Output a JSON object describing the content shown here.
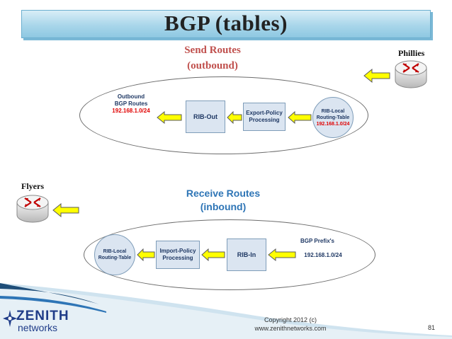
{
  "title": "BGP (tables)",
  "send": {
    "title_line1": "Send Routes",
    "title_line2": "(outbound)",
    "router_label": "Phillies",
    "outbound_label_line1": "Outbound",
    "outbound_label_line2": "BGP Routes",
    "outbound_ip": "192.168.1.0/24",
    "rib_out": "RIB-Out",
    "export_line1": "Export-Policy",
    "export_line2": "Processing",
    "rib_local_line1": "RIB-Local",
    "rib_local_line2": "Routing-Table",
    "rib_local_ip": "192.168.1.0/24"
  },
  "receive": {
    "title_line1": "Receive Routes",
    "title_line2": "(inbound)",
    "router_label": "Flyers",
    "rib_local_line1": "RIB-Local",
    "rib_local_line2": "Routing-Table",
    "import_line1": "Import-Policy",
    "import_line2": "Processing",
    "rib_in": "RIB-In",
    "prefix_label": "BGP Prefix's",
    "prefix_ip": "192.168.1.0/24"
  },
  "footer": {
    "logo_main": "ZENITH",
    "logo_sub": "networks",
    "copyright_line1": "Copyright  2012 (c)",
    "copyright_line2": "www.zenithnetworks.com",
    "page_number": "81"
  },
  "colors": {
    "title_bar": "#a9d6ea",
    "send_title": "#c0504d",
    "receive_title": "#2e75b6",
    "box_fill": "#dbe5f1",
    "arrow_fill": "#ffff00",
    "ip_red": "#e00000",
    "logo_blue": "#1f3c88"
  },
  "icons": [
    "router-icon",
    "arrow-left-icon",
    "zenith-logo-icon"
  ]
}
